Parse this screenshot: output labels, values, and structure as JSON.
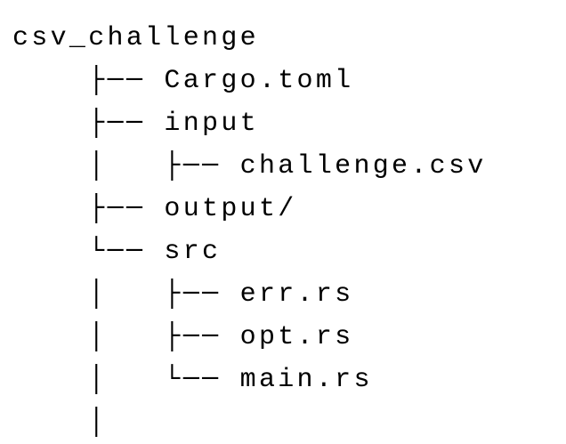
{
  "figure": {
    "kind": "ascii-directory-tree",
    "background_color": "#ffffff",
    "text_color": "#000000",
    "root_label": "csv_challenge"
  },
  "tree": {
    "lines": [
      "csv_challenge",
      "    ├── Cargo.toml",
      "    ├── input",
      "    │   ├── challenge.csv",
      "    ├── output/",
      "    └── src",
      "    │   ├── err.rs",
      "    │   ├── opt.rs",
      "    │   └── main.rs",
      "    │"
    ],
    "nodes": [
      {
        "name": "csv_challenge",
        "depth": 0,
        "type": "directory",
        "connector": ""
      },
      {
        "name": "Cargo.toml",
        "depth": 1,
        "type": "file",
        "connector": "├──"
      },
      {
        "name": "input",
        "depth": 1,
        "type": "directory",
        "connector": "├──"
      },
      {
        "name": "challenge.csv",
        "depth": 2,
        "type": "file",
        "connector": "├──"
      },
      {
        "name": "output/",
        "depth": 1,
        "type": "directory",
        "connector": "├──"
      },
      {
        "name": "src",
        "depth": 1,
        "type": "directory",
        "connector": "└──"
      },
      {
        "name": "err.rs",
        "depth": 2,
        "type": "file",
        "connector": "├──"
      },
      {
        "name": "opt.rs",
        "depth": 2,
        "type": "file",
        "connector": "├──"
      },
      {
        "name": "main.rs",
        "depth": 2,
        "type": "file",
        "connector": "└──"
      }
    ]
  }
}
